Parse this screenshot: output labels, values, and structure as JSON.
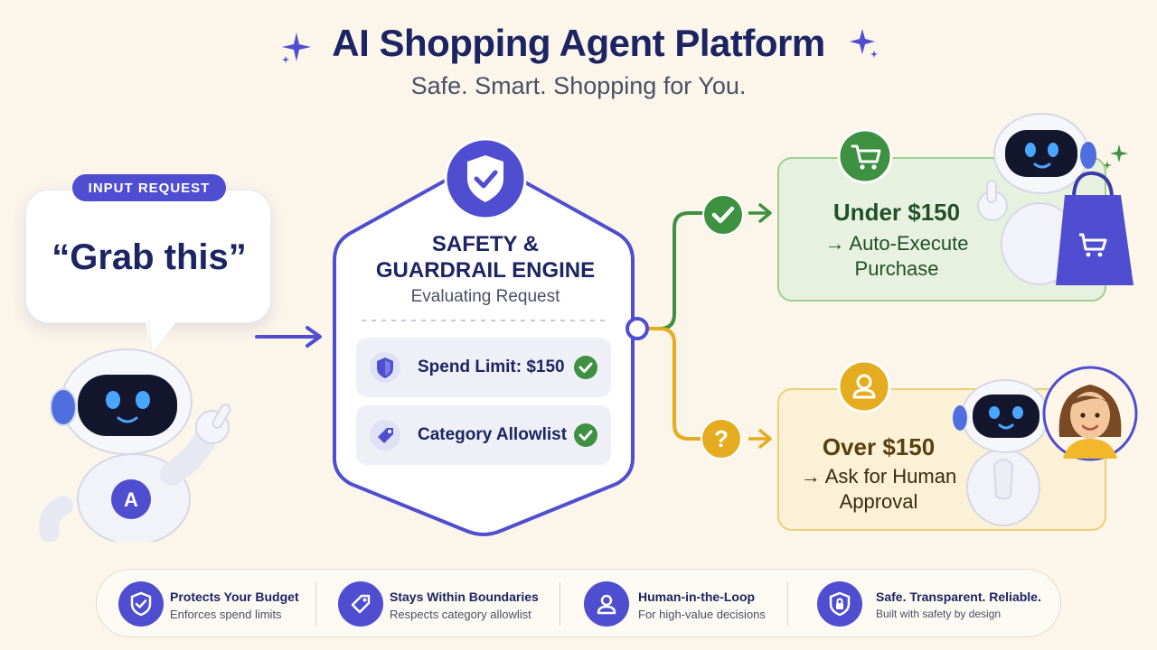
{
  "header": {
    "title": "AI Shopping Agent Platform",
    "subtitle": "Safe. Smart. Shopping for You."
  },
  "input": {
    "badge": "INPUT REQUEST",
    "quote": "“Grab this”",
    "robot_badge_letter": "A"
  },
  "engine": {
    "title_line1": "SAFETY &",
    "title_line2": "GUARDRAIL ENGINE",
    "status": "Evaluating Request",
    "rules": [
      {
        "label": "Spend Limit: $150",
        "icon": "shield-icon",
        "status_icon": "check-icon"
      },
      {
        "label": "Category Allowlist",
        "icon": "tag-icon",
        "status_icon": "check-icon"
      }
    ]
  },
  "outcomes": {
    "approved": {
      "title": "Under $150",
      "line1": "→ Auto-Execute",
      "line2": "Purchase",
      "icon": "cart-icon",
      "branch_icon": "check-icon",
      "color": "#3d9140"
    },
    "review": {
      "title": "Over $150",
      "line1": "→ Ask for Human",
      "line2": "Approval",
      "icon": "person-icon",
      "branch_icon": "question-icon",
      "color": "#e6ac1f"
    }
  },
  "footer": {
    "features": [
      {
        "title": "Protects Your Budget",
        "subtitle": "Enforces spend limits",
        "icon": "shield-check-icon"
      },
      {
        "title": "Stays Within Boundaries",
        "subtitle": "Respects category allowlist",
        "icon": "tag-icon"
      },
      {
        "title": "Human-in-the-Loop",
        "subtitle": "For high-value decisions",
        "icon": "person-icon"
      },
      {
        "title": "Safe. Transparent. Reliable.",
        "subtitle": "Built with safety by design",
        "icon": "lock-shield-icon"
      }
    ]
  },
  "colors": {
    "accent": "#4f4ed1",
    "navy": "#1c2463",
    "green": "#3d9140",
    "yellow": "#e6ac1f",
    "background": "#fbf5ea"
  }
}
